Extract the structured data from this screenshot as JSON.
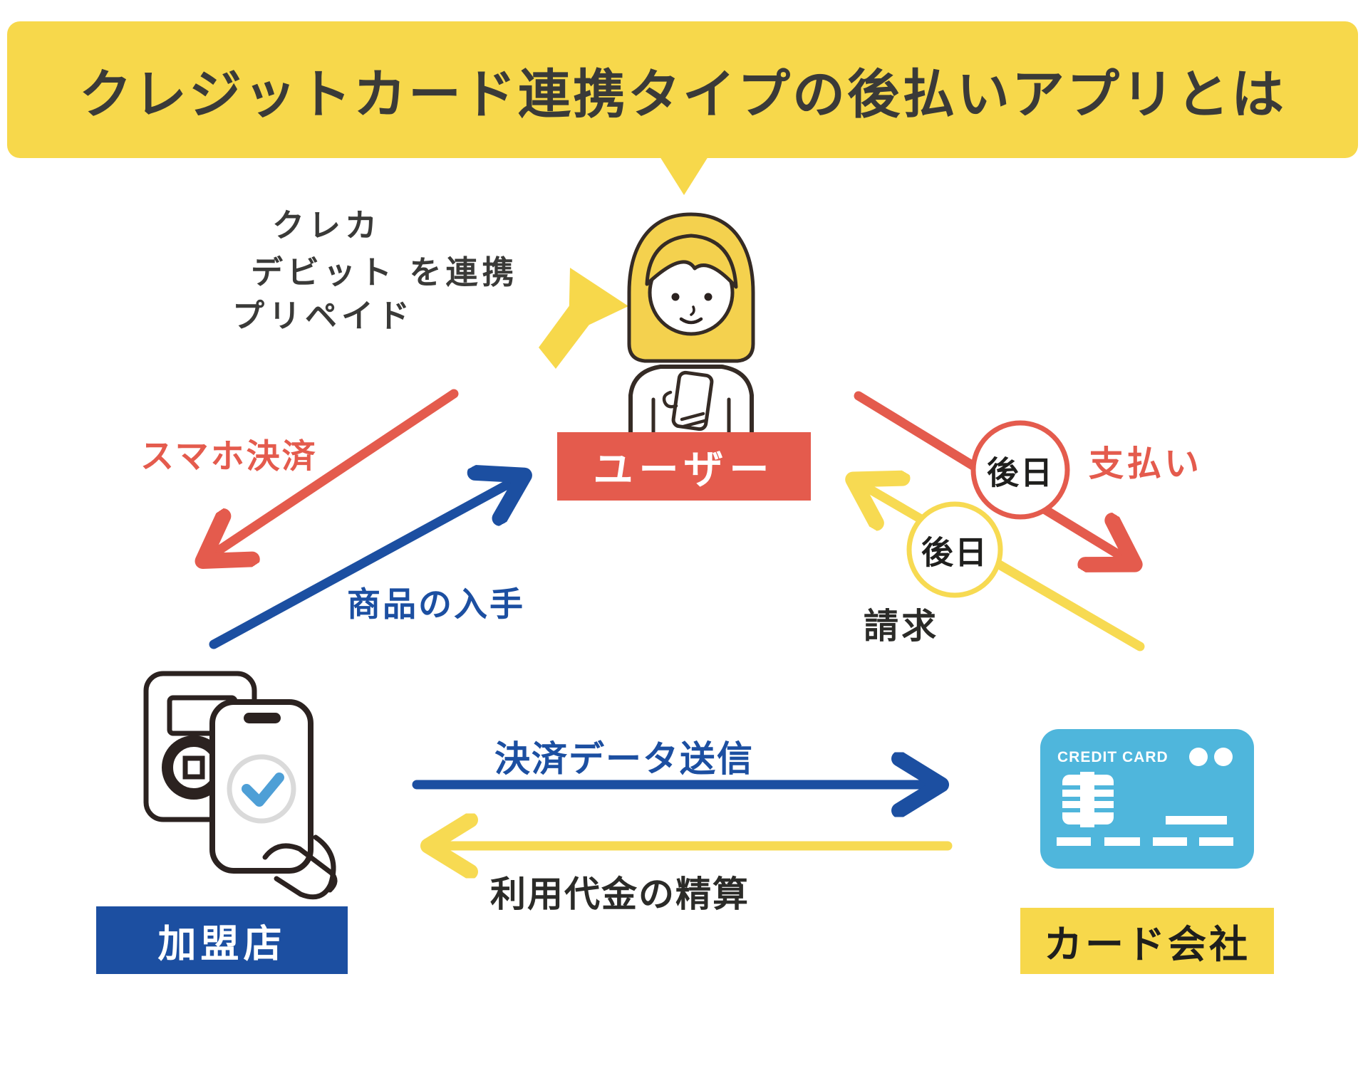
{
  "title": "クレジットカード連携タイプの後払いアプリとは",
  "link_note": {
    "line1": "クレカ",
    "line2": "デビット を連携",
    "line3": "プリペイド"
  },
  "nodes": {
    "user": "ユーザー",
    "merchant": "加盟店",
    "card_company": "カード会社"
  },
  "edges": {
    "smartphone_payment": "スマホ決済",
    "goods_received": "商品の入手",
    "payment": "支払い",
    "billing": "請求",
    "later_payment": "後日",
    "later_billing": "後日",
    "send_payment_data": "決済データ送信",
    "settlement": "利用代金の精算"
  },
  "card_illustration": {
    "brand_text": "CREDIT CARD"
  },
  "colors": {
    "banner_yellow": "#F7D84B",
    "arrow_yellow": "#F7DA52",
    "red": "#E45B4D",
    "deep_blue": "#1C4FA1",
    "card_blue": "#4FB6DC",
    "check_blue": "#4E9FD6",
    "dark_text": "#3A3A38"
  }
}
